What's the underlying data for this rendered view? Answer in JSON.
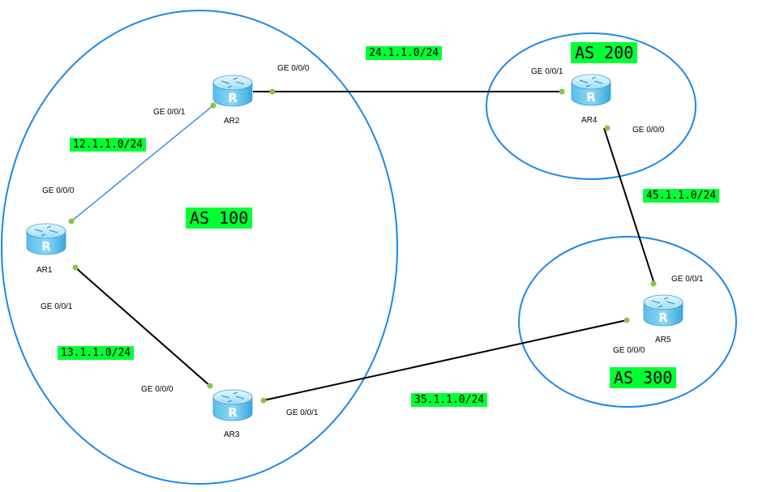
{
  "diagram": {
    "colors": {
      "as_circle": "#1e88e5",
      "link_black": "#000000",
      "link_blue": "#3d8fe0",
      "label_bg": "#00ff33",
      "port_dot": "#8bc34a",
      "router_body": "#5fc3ef"
    },
    "as_labels": {
      "as100": "AS 100",
      "as200": "AS 200",
      "as300": "AS 300"
    },
    "routers": {
      "ar1": "AR1",
      "ar2": "AR2",
      "ar3": "AR3",
      "ar4": "AR4",
      "ar5": "AR5"
    },
    "router_glyph": "R",
    "networks": {
      "n12": "12.1.1.0/24",
      "n13": "13.1.1.0/24",
      "n24": "24.1.1.0/24",
      "n35": "35.1.1.0/24",
      "n45": "45.1.1.0/24"
    },
    "ports": {
      "ar1_ge000": "GE 0/0/0",
      "ar1_ge001": "GE 0/0/1",
      "ar2_ge001": "GE 0/0/1",
      "ar2_ge000": "GE 0/0/0",
      "ar3_ge000": "GE 0/0/0",
      "ar3_ge001": "GE 0/0/1",
      "ar4_ge001": "GE 0/0/1",
      "ar4_ge000": "GE 0/0/0",
      "ar5_ge001": "GE 0/0/1",
      "ar5_ge000": "GE 0/0/0"
    }
  }
}
